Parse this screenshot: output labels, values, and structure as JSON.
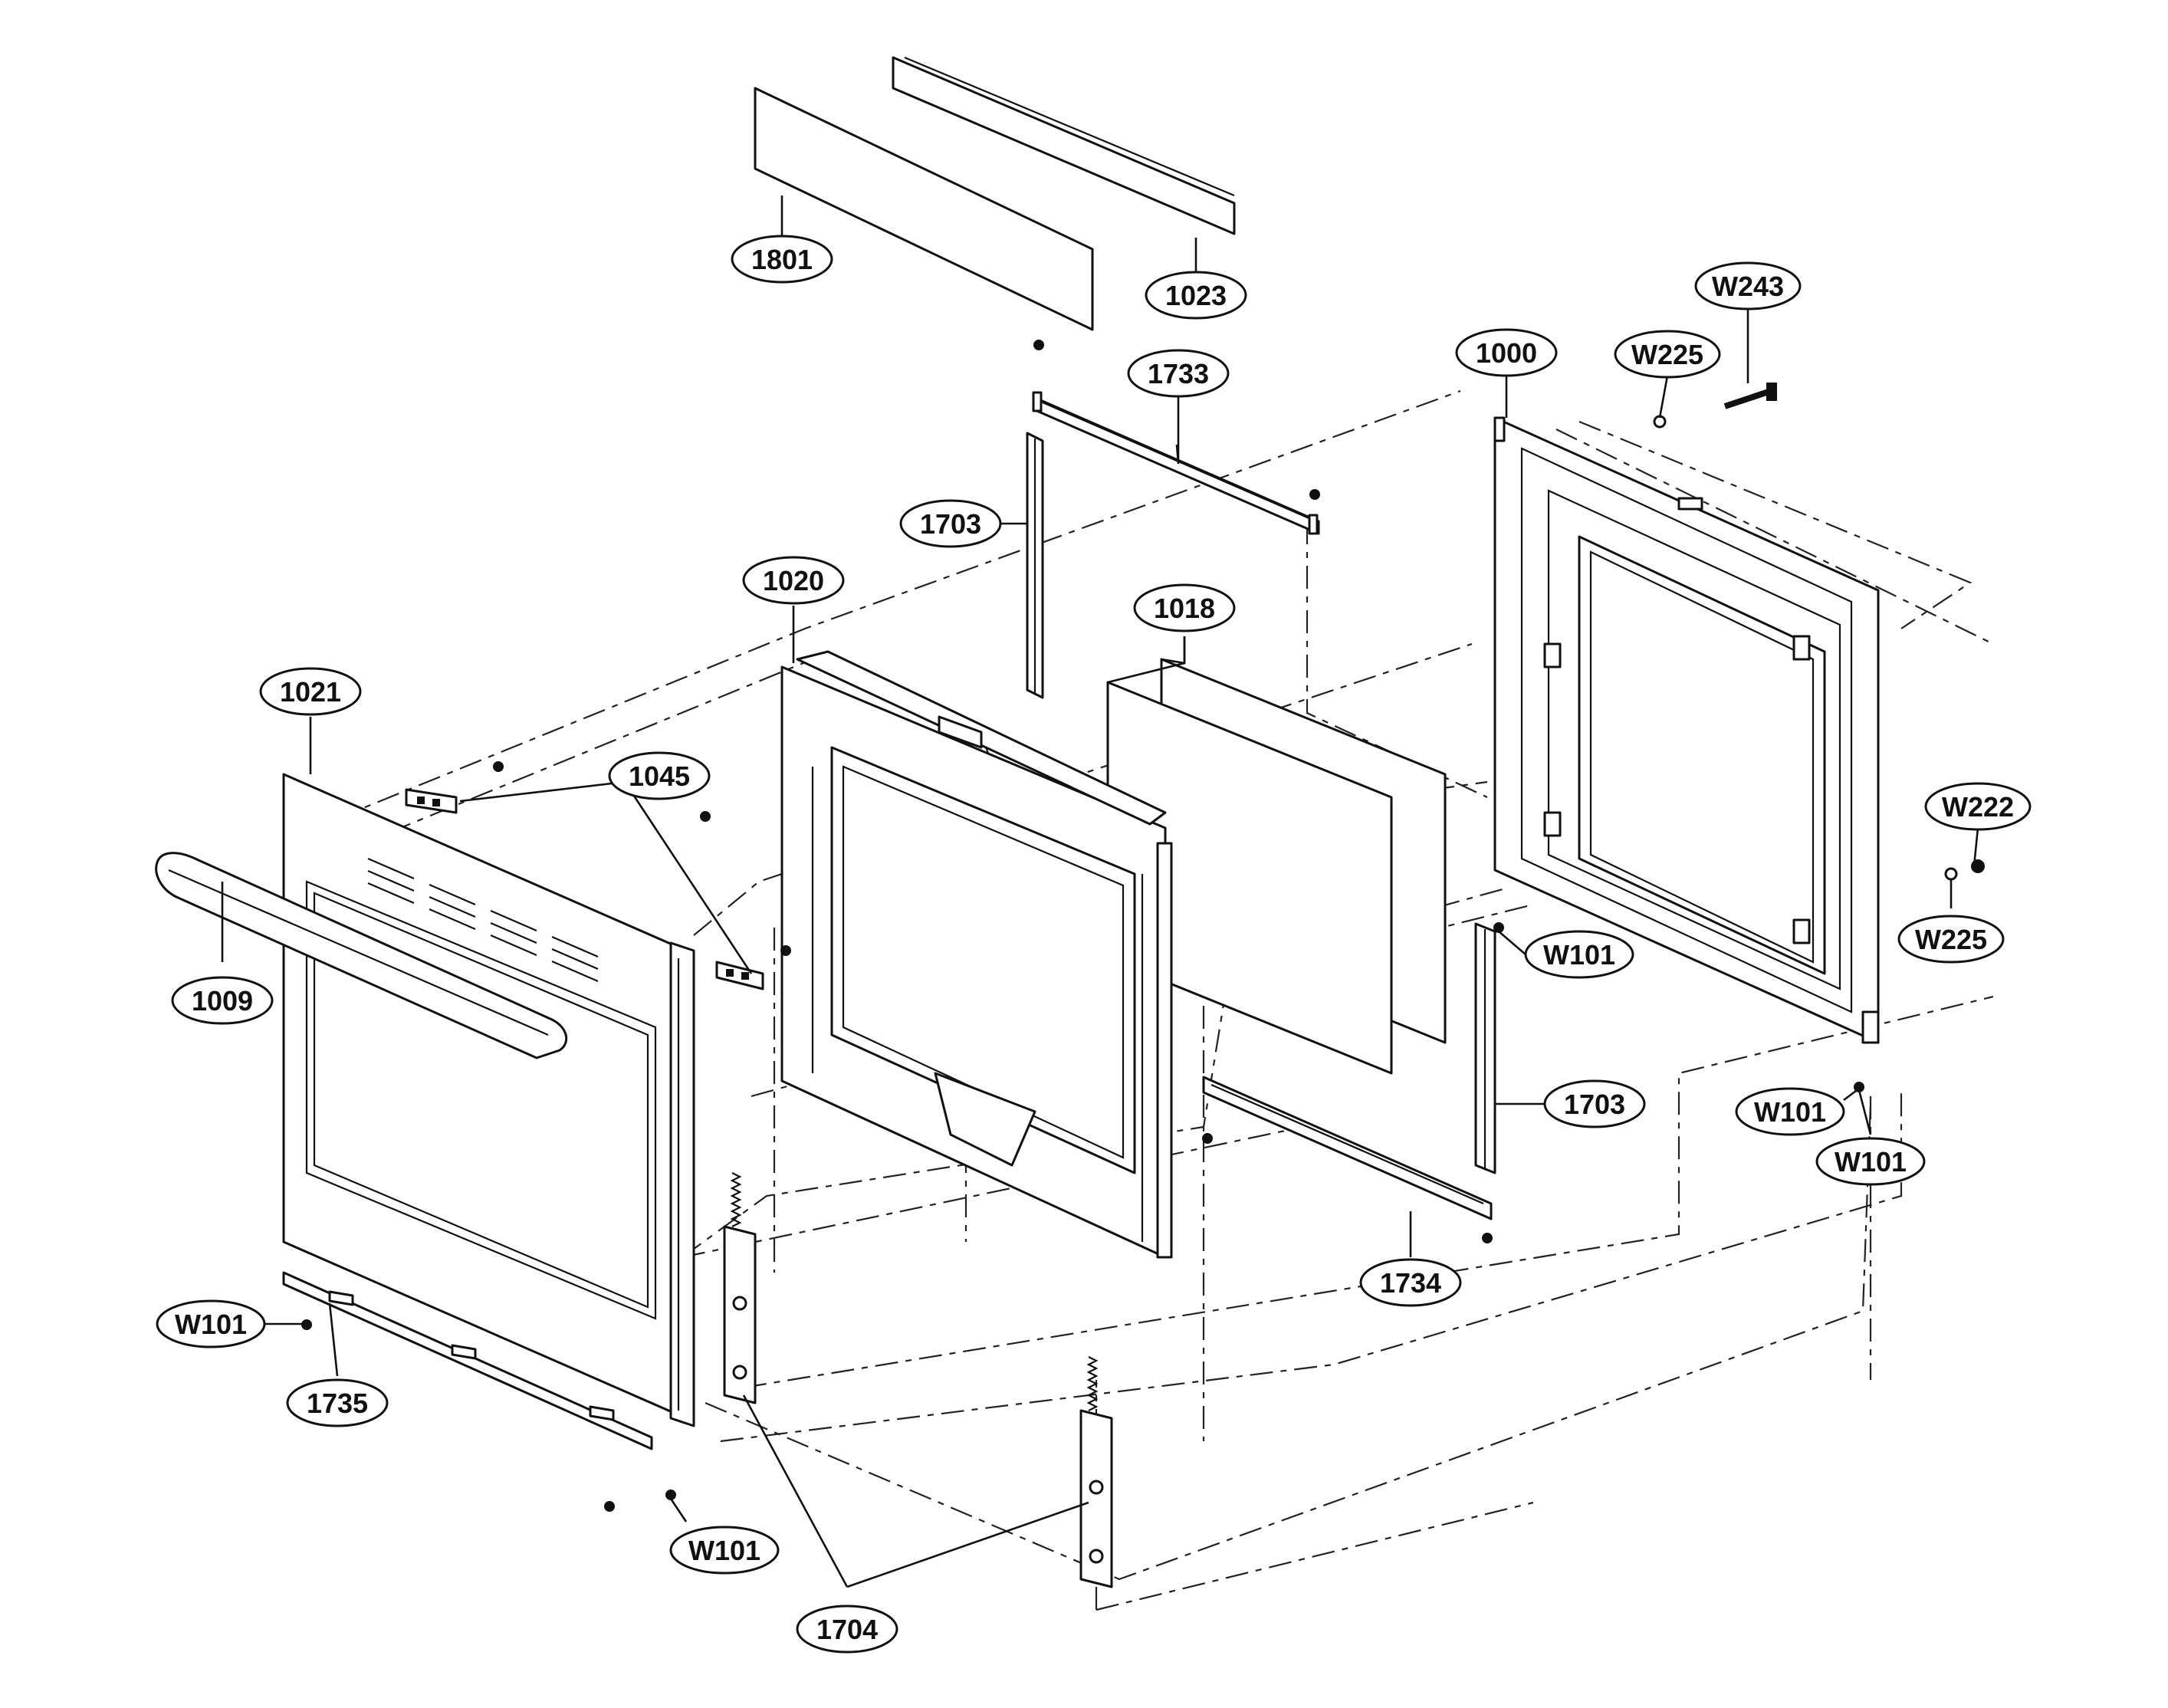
{
  "diagram": {
    "callouts": [
      {
        "id": "c1801",
        "label": "1801"
      },
      {
        "id": "c1023",
        "label": "1023"
      },
      {
        "id": "c1733",
        "label": "1733"
      },
      {
        "id": "c1000",
        "label": "1000"
      },
      {
        "id": "cW225a",
        "label": "W225"
      },
      {
        "id": "cW243",
        "label": "W243"
      },
      {
        "id": "c1703a",
        "label": "1703"
      },
      {
        "id": "c1020",
        "label": "1020"
      },
      {
        "id": "c1018",
        "label": "1018"
      },
      {
        "id": "c1021",
        "label": "1021"
      },
      {
        "id": "c1045",
        "label": "1045"
      },
      {
        "id": "cW222",
        "label": "W222"
      },
      {
        "id": "cW101a",
        "label": "W101"
      },
      {
        "id": "cW225b",
        "label": "W225"
      },
      {
        "id": "c1009",
        "label": "1009"
      },
      {
        "id": "c1703b",
        "label": "1703"
      },
      {
        "id": "cW101b",
        "label": "W101"
      },
      {
        "id": "cW101c",
        "label": "W101"
      },
      {
        "id": "c1734",
        "label": "1734"
      },
      {
        "id": "cW101d",
        "label": "W101"
      },
      {
        "id": "c1735",
        "label": "1735"
      },
      {
        "id": "cW101e",
        "label": "W101"
      },
      {
        "id": "c1704",
        "label": "1704"
      }
    ]
  }
}
